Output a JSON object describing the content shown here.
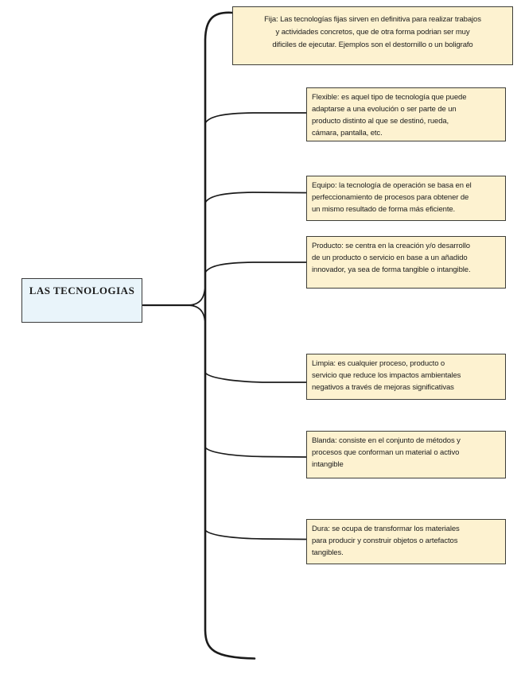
{
  "root": {
    "label": "LAS TECNOLOGIAS"
  },
  "branches": [
    {
      "name": "Fija",
      "text": "Fija: Las tecnologías fijas sirven en definitiva para realizar trabajos\ny actividades concretos, que de otra forma podrian ser muy\ndificiles de ejecutar. Ejemplos son el destornillo o un boligrafo"
    },
    {
      "name": "Flexible",
      "text": "Flexible: es aquel tipo de tecnología que puede\nadaptarse a una evolución o ser parte de un\nproducto distinto al que se destinó, rueda,\ncámara, pantalla, etc."
    },
    {
      "name": "Equipo",
      "text": "Equipo: la tecnología de operación se basa en el\nperfeccionamiento de procesos para obtener de\nun mismo resultado de forma más eficiente."
    },
    {
      "name": "Producto",
      "text": "Producto: se centra en la creación y/o desarrollo\nde un producto o servicio en base a un añadido\ninnovador, ya sea de forma tangible o intangible."
    },
    {
      "name": "Limpia",
      "text": "Limpia: es cualquier proceso, producto o\nservicio que reduce los impactos ambientales\nnegativos a través de mejoras significativas"
    },
    {
      "name": "Blanda",
      "text": "Blanda: consiste en el conjunto de métodos y\nprocesos que conforman un material o activo\nintangible"
    },
    {
      "name": "Dura",
      "text": "Dura: se ocupa de transformar los materiales\npara producir y construir objetos o artefactos\ntangibles."
    }
  ],
  "colors": {
    "background": "#ffffff",
    "branch_fill": "#fdf2d0",
    "root_fill": "#e9f4fa",
    "node_border": "#3e3e38",
    "line_color": "#1b1b1b"
  }
}
